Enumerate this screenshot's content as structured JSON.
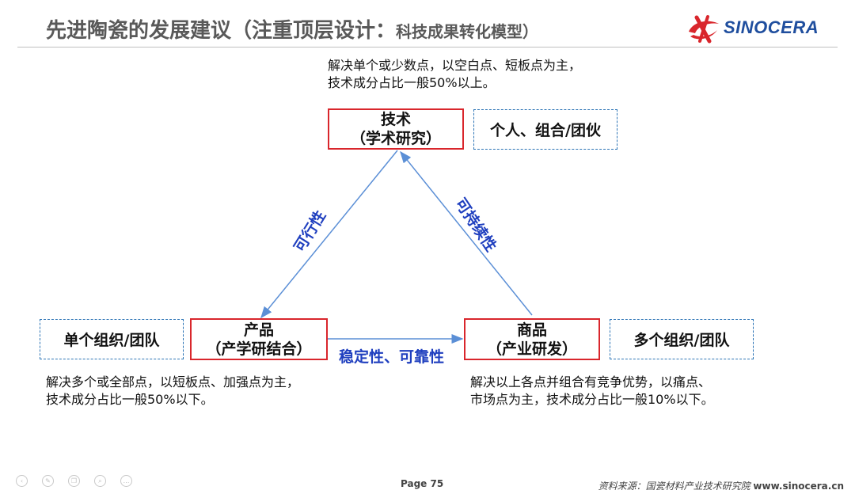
{
  "header": {
    "title": "先进陶瓷的发展建议（注重顶层设计：",
    "subtitle": "科技成果转化模型）",
    "logo_text": "SINOCERA"
  },
  "diagram": {
    "nodes": {
      "tech": {
        "line1": "技术",
        "line2": "（学术研究）"
      },
      "product": {
        "line1": "产品",
        "line2": "（产学研结合）"
      },
      "commodity": {
        "line1": "商品",
        "line2": "（产业研发）"
      }
    },
    "side_boxes": {
      "tech": "个人、组合/团伙",
      "product": "单个组织/团队",
      "commodity": "多个组织/团队"
    },
    "edge_labels": {
      "left": "可行性",
      "right": "可持续性",
      "bottom": "稳定性、可靠性"
    },
    "notes": {
      "tech": [
        "解决单个或少数点，以空白点、短板点为主，",
        "技术成分占比一般50%以上。"
      ],
      "product": [
        "解决多个或全部点，以短板点、加强点为主，",
        "技术成分占比一般50%以下。"
      ],
      "commodity": [
        "解决以上各点并组合有竞争优势，以痛点、",
        "市场点为主，技术成分占比一般10%以下。"
      ]
    },
    "colors": {
      "node_border": "#d9262c",
      "arrow": "#5b8fd6",
      "edge_label": "#1f3fbf",
      "side_border": "#2e75b6"
    }
  },
  "footer": {
    "page": "Page 75",
    "source": "资料来源：国瓷材料产业技术研究院",
    "url": "www.sinocera.cn",
    "nav_icons": [
      "prev-icon",
      "edit-icon",
      "copy-icon",
      "zoom-icon",
      "more-icon"
    ]
  }
}
